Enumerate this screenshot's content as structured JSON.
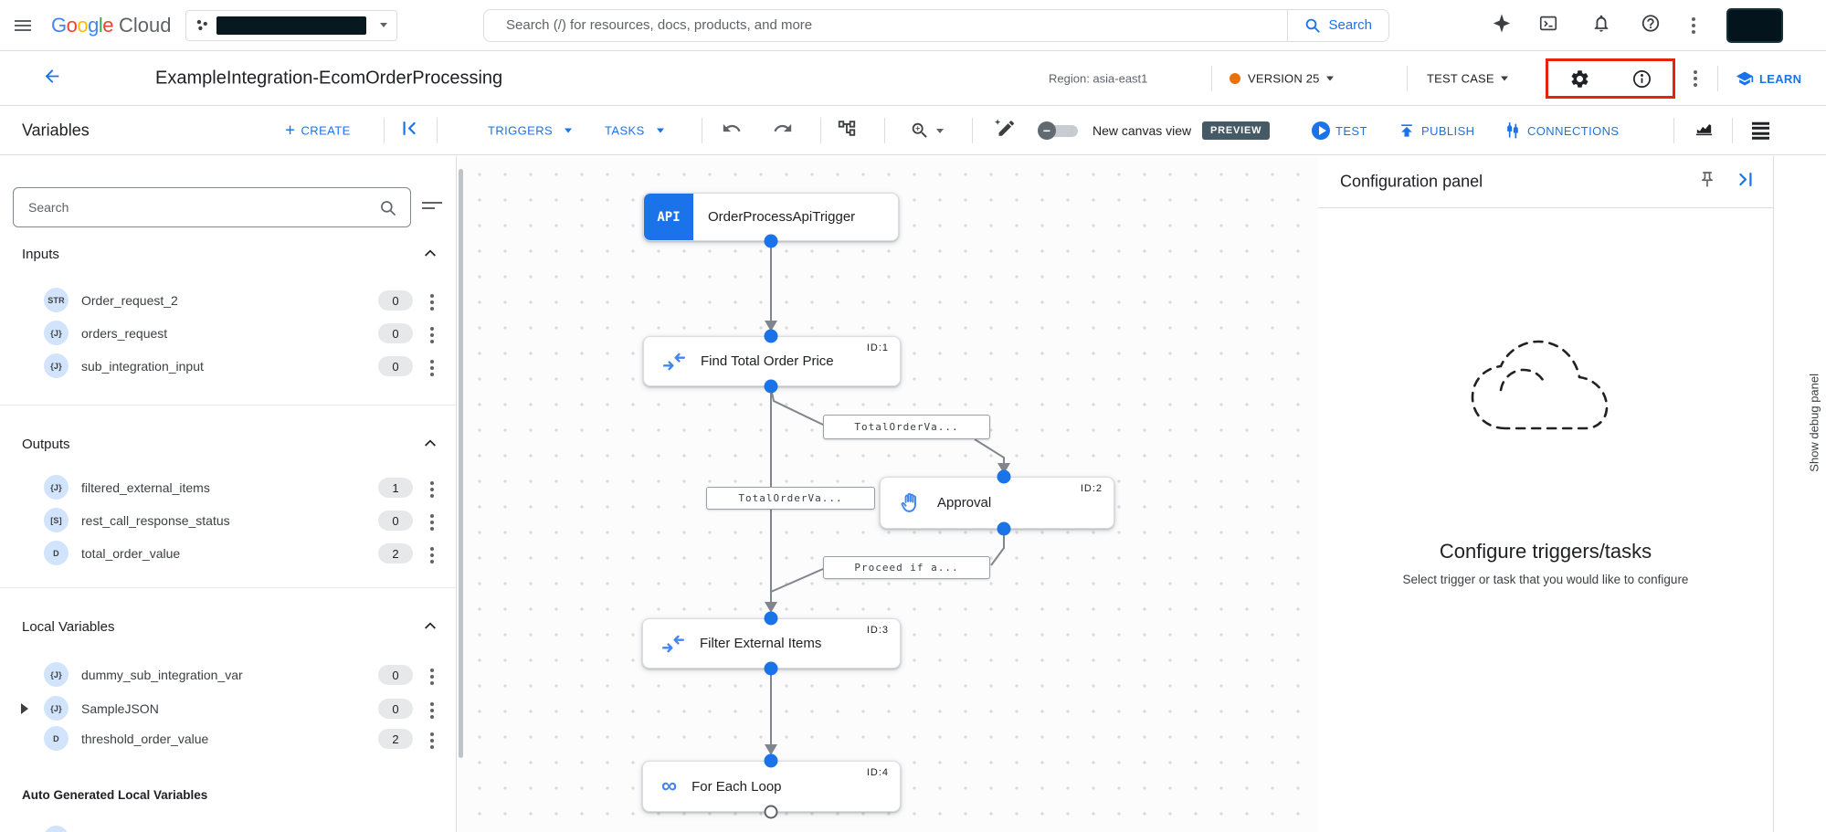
{
  "colors": {
    "accent_blue": "#1a73e8",
    "node_icon_blue": "#4285f4",
    "version_dot_orange": "#e8710a",
    "highlight_red": "#e8230d",
    "preview_badge_bg": "#455a64",
    "edge_gray": "#80868b"
  },
  "topbar": {
    "logo_letters": [
      {
        "ch": "G",
        "style": "color:#4285F4"
      },
      {
        "ch": "o",
        "style": "color:#EA4335"
      },
      {
        "ch": "o",
        "style": "color:#FBBC05"
      },
      {
        "ch": "g",
        "style": "color:#4285F4"
      },
      {
        "ch": "l",
        "style": "color:#34A853"
      },
      {
        "ch": "e",
        "style": "color:#EA4335"
      }
    ],
    "logo": {
      "cloud": "Cloud"
    },
    "search_placeholder": "Search (/) for resources, docs, products, and more",
    "search_button_label": "Search"
  },
  "header": {
    "title": "ExampleIntegration-EcomOrderProcessing",
    "region_label": "Region: asia-east1",
    "version_label": "VERSION 25",
    "test_case_label": "TEST CASE",
    "learn_label": "LEARN"
  },
  "toolbar": {
    "panel_title": "Variables",
    "create_label": "CREATE",
    "triggers_label": "TRIGGERS",
    "tasks_label": "TASKS",
    "canvas_toggle_label": "New canvas view",
    "preview_badge": "PREVIEW",
    "test_label": "TEST",
    "publish_label": "PUBLISH",
    "connections_label": "CONNECTIONS"
  },
  "sidebar": {
    "search_placeholder": "Search",
    "sections": [
      {
        "title": "Inputs",
        "items": [
          {
            "type": "STR",
            "name": "Order_request_2",
            "count": "0"
          },
          {
            "type": "{J}",
            "name": "orders_request",
            "count": "0"
          },
          {
            "type": "{J}",
            "name": "sub_integration_input",
            "count": "0"
          }
        ]
      },
      {
        "title": "Outputs",
        "items": [
          {
            "type": "{J}",
            "name": "filtered_external_items",
            "count": "1"
          },
          {
            "type": "[S]",
            "name": "rest_call_response_status",
            "count": "0"
          },
          {
            "type": "D",
            "name": "total_order_value",
            "count": "2"
          }
        ]
      },
      {
        "title": "Local Variables",
        "items": [
          {
            "type": "{J}",
            "name": "dummy_sub_integration_var",
            "count": "0"
          },
          {
            "type": "{J}",
            "name": "SampleJSON",
            "count": "0"
          },
          {
            "type": "D",
            "name": "threshold_order_value",
            "count": "2"
          }
        ]
      }
    ],
    "auto_generated_title": "Auto Generated Local Variables"
  },
  "canvas": {
    "nodes": [
      {
        "badge": "API",
        "label": "OrderProcessApiTrigger",
        "id": ""
      },
      {
        "id": "ID:1",
        "label": "Find Total Order Price"
      },
      {
        "id": "ID:2",
        "label": "Approval"
      },
      {
        "id": "ID:3",
        "label": "Filter External Items"
      },
      {
        "id": "ID:4",
        "label": "For Each Loop"
      }
    ],
    "edge_labels": [
      "TotalOrderVa...",
      "TotalOrderVa...",
      "Proceed if a..."
    ],
    "loop_icon_glyph": "∞"
  },
  "config_panel": {
    "title": "Configuration panel",
    "empty_title": "Configure triggers/tasks",
    "empty_subtitle": "Select trigger or task that you would like to configure"
  },
  "debug_strip": {
    "label": "Show debug panel"
  }
}
